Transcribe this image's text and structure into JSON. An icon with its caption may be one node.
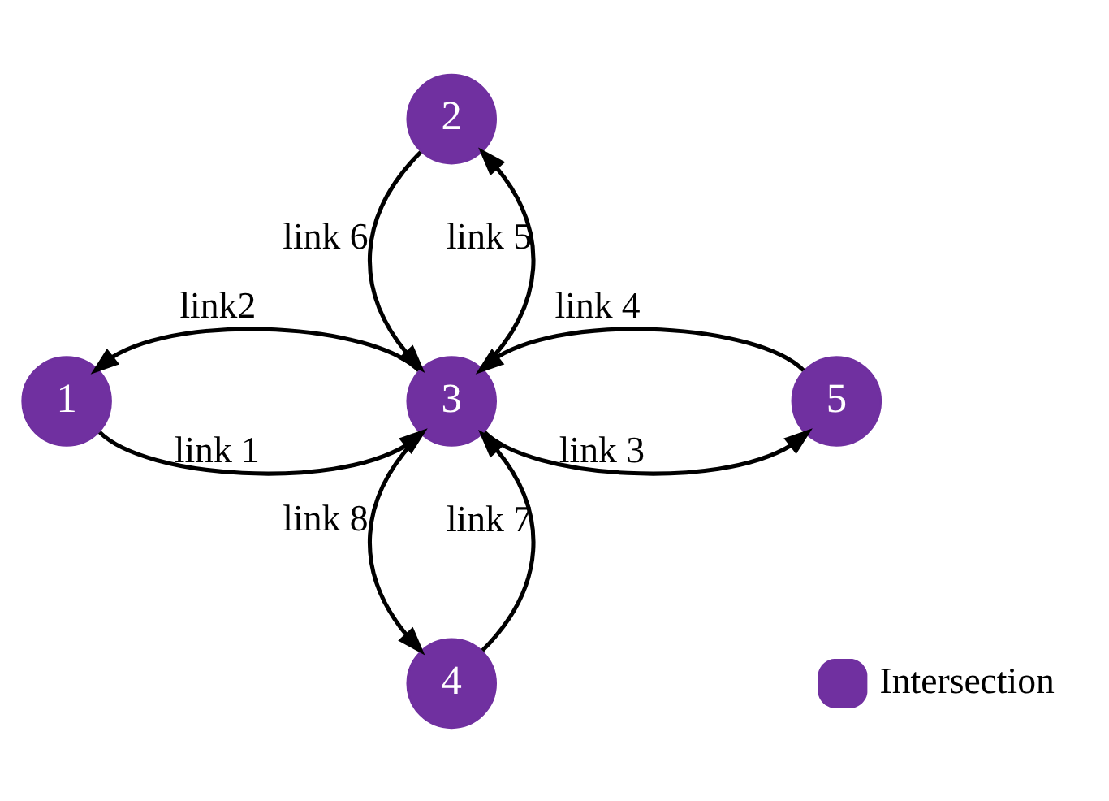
{
  "diagram": {
    "nodes": [
      {
        "text": [
          "1"
        ]
      },
      {
        "text": [
          "2"
        ]
      },
      {
        "text": [
          "3"
        ]
      },
      {
        "text": [
          "4"
        ]
      },
      {
        "text": [
          "5"
        ]
      }
    ],
    "edges": [
      {
        "from": 0,
        "to": 2,
        "arrow": "to",
        "label": "link 1"
      },
      {
        "from": 2,
        "to": 0,
        "arrow": "to",
        "label": "link2"
      },
      {
        "from": 2,
        "to": 4,
        "arrow": "to",
        "label": "link 3"
      },
      {
        "from": 4,
        "to": 2,
        "arrow": "to",
        "label": "link 4"
      },
      {
        "from": 2,
        "to": 1,
        "arrow": "to",
        "label": "link 5"
      },
      {
        "from": 1,
        "to": 2,
        "arrow": "to",
        "label": "link 6"
      },
      {
        "from": 3,
        "to": 2,
        "arrow": "to",
        "label": "link 7"
      },
      {
        "from": 2,
        "to": 3,
        "arrow": "to",
        "label": "link 8"
      }
    ],
    "legend": [
      {
        "text": "Intersection",
        "color": "#7030a0"
      }
    ]
  }
}
